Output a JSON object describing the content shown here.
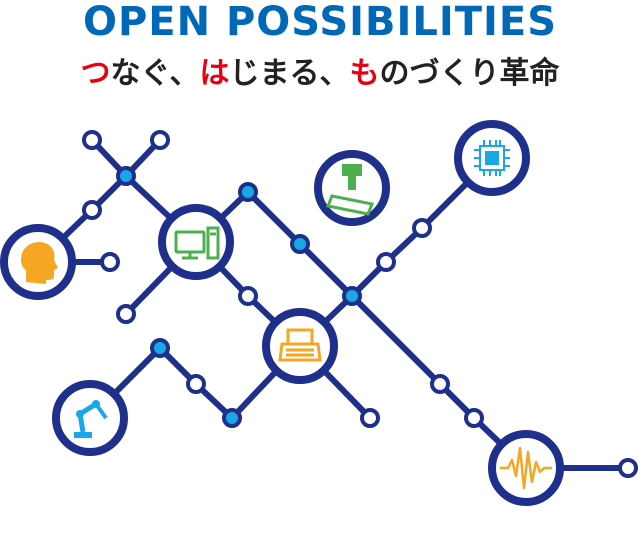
{
  "headline": {
    "text": "OPEN POSSIBILITIES",
    "color": "#0068b7"
  },
  "tagline": {
    "parts": [
      {
        "text": "つ",
        "accent": true
      },
      {
        "text": "なぐ、",
        "accent": false
      },
      {
        "text": "は",
        "accent": true
      },
      {
        "text": "じまる、",
        "accent": false
      },
      {
        "text": "も",
        "accent": true
      },
      {
        "text": "のづくり革命",
        "accent": false
      }
    ],
    "accent_color": "#e60012",
    "text_color": "#222222"
  },
  "network": {
    "line_color": "#1e2f8c",
    "active_dot_color": "#1aa7e8",
    "icons": [
      {
        "name": "head-icon",
        "color": "#f5a623"
      },
      {
        "name": "computer-icon",
        "color": "#4caf50"
      },
      {
        "name": "milling-tool-icon",
        "color": "#4caf50"
      },
      {
        "name": "microchip-icon",
        "color": "#1aa7e8"
      },
      {
        "name": "machine-console-icon",
        "color": "#f5a623"
      },
      {
        "name": "robot-arm-icon",
        "color": "#1aa7e8"
      },
      {
        "name": "waveform-icon",
        "color": "#f5a623"
      }
    ]
  }
}
